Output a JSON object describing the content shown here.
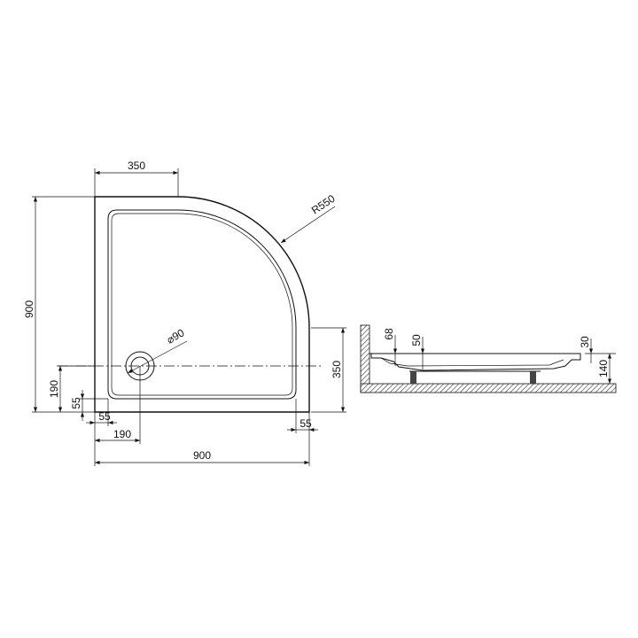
{
  "plan_view": {
    "dim_top_straight": "350",
    "dim_height": "900",
    "dim_radius": "R550",
    "dim_drain_diameter": "⌀90",
    "dim_drain_from_bottom": "190",
    "dim_rim_bottom": "55",
    "dim_rim_left": "55",
    "dim_drain_from_left": "190",
    "dim_width": "900",
    "dim_rim_right": "55",
    "dim_right_straight": "350"
  },
  "side_view": {
    "dim_68": "68",
    "dim_50": "50",
    "dim_30": "30",
    "dim_140": "140"
  }
}
